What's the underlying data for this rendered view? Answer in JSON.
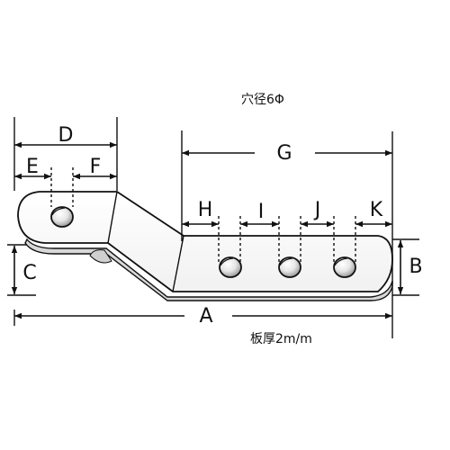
{
  "notes": {
    "hole_diameter": "穴径6Φ",
    "plate_thickness": "板厚2m/m"
  },
  "dimensions": {
    "A": "A",
    "B": "B",
    "C": "C",
    "D": "D",
    "E": "E",
    "F": "F",
    "G": "G",
    "H": "H",
    "I": "I",
    "J": "J",
    "K": "K"
  }
}
